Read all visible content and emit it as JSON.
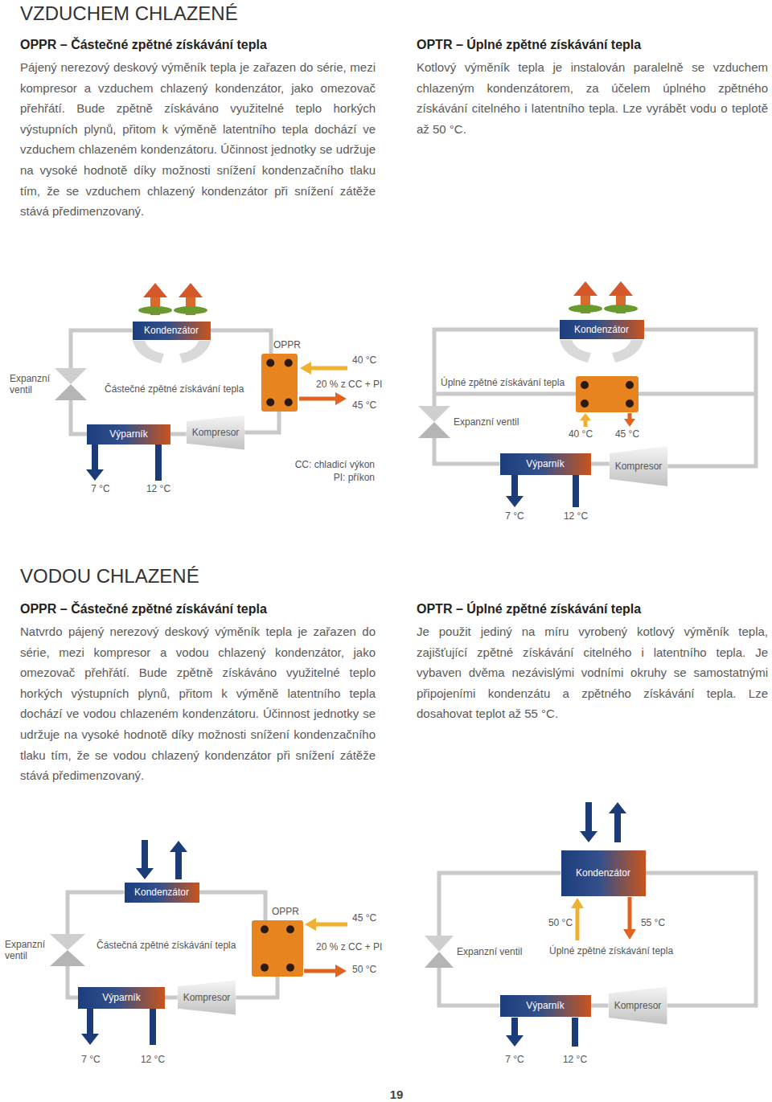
{
  "diagram": {
    "title": "VZDUCHEM CHLAZENÉ",
    "nodes": [
      {
        "text": [
          "Kondenzátor"
        ]
      },
      {
        "text": [
          "OPPR"
        ]
      },
      {
        "text": [
          "Expanzní ventil"
        ]
      },
      {
        "text": [
          "Výparník"
        ]
      },
      {
        "text": [
          "Kompresor"
        ]
      },
      {
        "text": [
          "Kondenzátor"
        ]
      },
      {
        "text": [
          "Expanzní ventil"
        ]
      },
      {
        "text": [
          "Výparník"
        ]
      },
      {
        "text": [
          "Kompresor"
        ]
      },
      {
        "text": [
          "Kondenzátor"
        ]
      },
      {
        "text": [
          "OPPR"
        ]
      },
      {
        "text": [
          "Expanzní ventil"
        ]
      },
      {
        "text": [
          "Výparník"
        ]
      },
      {
        "text": [
          "Kompresor"
        ]
      },
      {
        "text": [
          "Kondenzátor"
        ]
      },
      {
        "text": [
          "Expanzní ventil"
        ]
      },
      {
        "text": [
          "Výparník"
        ]
      },
      {
        "text": [
          "Kompresor"
        ]
      }
    ],
    "edges": [
      {
        "from": 4,
        "to": 1,
        "arrow": "none"
      },
      {
        "from": 1,
        "to": 0,
        "arrow": "none"
      },
      {
        "from": 0,
        "to": 2,
        "arrow": "none"
      },
      {
        "from": 2,
        "to": 3,
        "arrow": "none"
      },
      {
        "from": 3,
        "to": 4,
        "arrow": "none"
      },
      {
        "from": 8,
        "to": 5,
        "arrow": "none"
      },
      {
        "from": 5,
        "to": 6,
        "arrow": "none"
      },
      {
        "from": 6,
        "to": 7,
        "arrow": "none"
      },
      {
        "from": 7,
        "to": 8,
        "arrow": "none"
      },
      {
        "from": 13,
        "to": 10,
        "arrow": "none"
      },
      {
        "from": 10,
        "to": 9,
        "arrow": "none"
      },
      {
        "from": 9,
        "to": 11,
        "arrow": "none"
      },
      {
        "from": 11,
        "to": 12,
        "arrow": "none"
      },
      {
        "from": 12,
        "to": 13,
        "arrow": "none"
      },
      {
        "from": 17,
        "to": 14,
        "arrow": "none"
      },
      {
        "from": 14,
        "to": 15,
        "arrow": "none"
      },
      {
        "from": 15,
        "to": 16,
        "arrow": "none"
      },
      {
        "from": 16,
        "to": 17,
        "arrow": "none"
      }
    ],
    "labels": [
      "OPPR – Částečné zpětné získávání tepla",
      "Pájený nerezový deskový výměník tepla je zařazen do série, mezi kompresor a vzduchem chlazený kondenzátor, jako omezovač přehřátí. Bude zpětně získáváno využitelné teplo horkých výstupních plynů, přitom k výměně latentního tepla dochází ve vzduchem chlazeném kondenzátoru. Účinnost jednotky se udržuje na vysoké hodnotě díky možnosti snížení kondenzačního tlaku tím, že se vzduchem chlazený kondenzátor při snížení zátěže stává předimenzovaný.",
      "OPTR – Úplné zpětné získávání tepla",
      "Kotlový výměník tepla je instalován paralelně se vzduchem chlazeným kondenzátorem, za účelem úplného zpětného získávání citelného i latentního tepla. Lze vyrábět vodu o teplotě až 50 °C.",
      "Částečné zpětné získávání tepla",
      "40 °C",
      "20 % z CC + PI",
      "45 °C",
      "7 °C",
      "12 °C",
      "CC: chladicí výkon",
      "PI: příkon",
      "Úplné zpětné získávání tepla",
      "40 °C",
      "45 °C",
      "7 °C",
      "12 °C",
      "VODOU CHLAZENÉ",
      "OPPR – Částečné zpětné získávání tepla",
      "Natvrdo pájený nerezový deskový výměník tepla je zařazen do série, mezi kompresor a vodou chlazený kondenzátor, jako omezovač přehřátí. Bude zpětně získáváno využitelné teplo horkých výstupních plynů, přitom k výměně latentního tepla dochází ve vodou chlazeném kondenzátoru. Účinnost jednotky se udržuje na vysoké hodnotě díky možnosti snížení kondenzačního tlaku tím, že se vodou chlazený kondenzátor při snížení zátěže stává předimenzovaný.",
      "OPTR – Úplné zpětné získávání tepla",
      "Je použit jediný na míru vyrobený kotlový výměník tepla, zajišťující zpětné získávání citelného i latentního tepla. Je vybaven dvěma nezávislými vodními okruhy se samostatnými připojeními kondenzátu a zpětného získávání tepla. Lze dosahovat teplot až 55 °C.",
      "Částečná zpětné získávání tepla",
      "45 °C",
      "20 % z CC + PI",
      "50 °C",
      "7 °C",
      "12 °C",
      "50 °C",
      "55 °C",
      "Úplné zpětné získávání tepla",
      "7 °C",
      "12 °C",
      "19"
    ]
  }
}
